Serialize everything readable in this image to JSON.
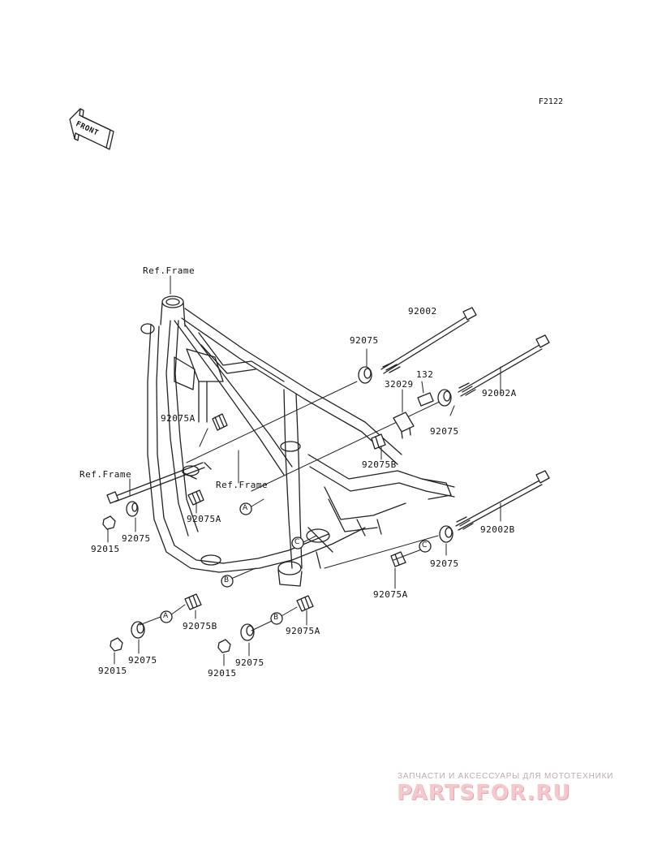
{
  "diagram_code": "F2122",
  "front_badge": "FRONT",
  "ref_frame": "Ref.Frame",
  "callout_letters": {
    "a": "A",
    "b": "B",
    "c": "C"
  },
  "parts": {
    "p92002": "92002",
    "p92002A": "92002A",
    "p92002B": "92002B",
    "p92075": "92075",
    "p92075A": "92075A",
    "p92075B": "92075B",
    "p92015": "92015",
    "p32029": "32029",
    "p132": "132"
  },
  "watermark": {
    "tagline": "ЗАПЧАСТИ И АКСЕССУАРЫ ДЛЯ МОТОТЕХНИКИ",
    "logo": "PARTSFOR.RU"
  },
  "colors": {
    "line": "#222222",
    "watermark": "#f4c8cc"
  }
}
